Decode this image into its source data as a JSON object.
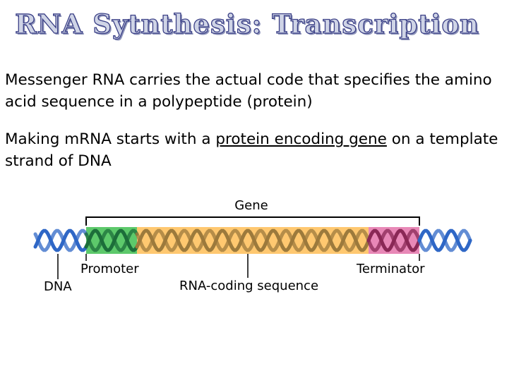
{
  "title": "RNA Sytnthesis: Transcription",
  "paragraph1": "Messenger RNA carries the actual code that specifies the amino acid sequence in a polypeptide (protein)",
  "paragraph2": {
    "before": "Making mRNA starts with a ",
    "link": "protein encoding gene",
    "after": " on a template strand of DNA"
  },
  "diagram": {
    "labels": {
      "gene": "Gene",
      "promoter": "Promoter",
      "terminator": "Terminator",
      "dna": "DNA",
      "coding": "RNA-coding sequence"
    },
    "colors": {
      "dna_strand": "#2f67c6",
      "promoter_region": "#5dc96b",
      "promoter_strand": "#1c6e3a",
      "coding_region": "#ffc870",
      "coding_strand": "#9c7a3c",
      "terminator_region": "#e888b7",
      "terminator_strand": "#8a2856"
    }
  }
}
